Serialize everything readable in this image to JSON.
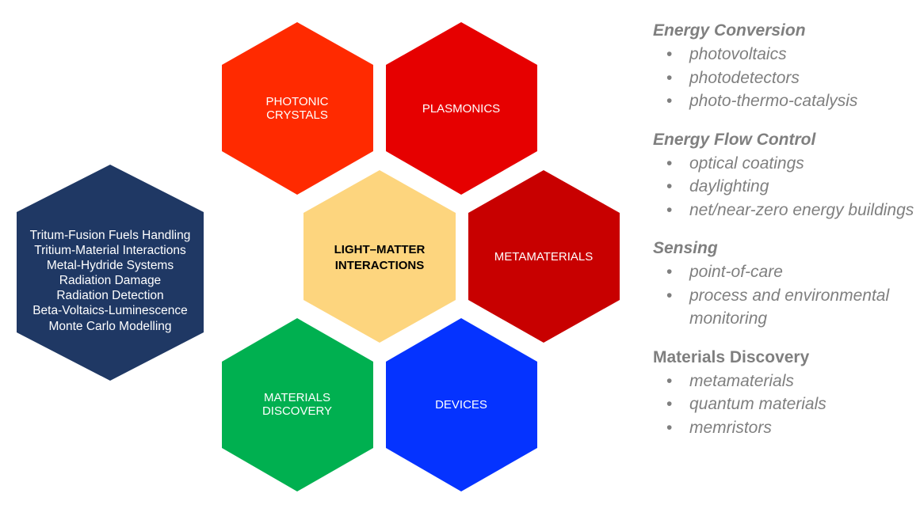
{
  "colors": {
    "photonic_crystals": "#ff2a00",
    "plasmonics": "#e60000",
    "metamaterials": "#c80000",
    "light_matter": "#fdd57e",
    "materials_discovery": "#00b050",
    "devices": "#0533ff",
    "tritium": "#1f3864",
    "topic_text": "#7f7f7f"
  },
  "hexagons": {
    "photonic_crystals": [
      "PHOTONIC",
      "CRYSTALS"
    ],
    "plasmonics": [
      "PLASMONICS"
    ],
    "light_matter": [
      "LIGHT–MATTER",
      "INTERACTIONS"
    ],
    "metamaterials": [
      "METAMATERIALS"
    ],
    "materials_discovery": [
      "MATERIALS",
      "DISCOVERY"
    ],
    "devices": [
      "DEVICES"
    ]
  },
  "tritium_lines": [
    "Tritum-Fusion Fuels Handling",
    "Tritium-Material Interactions",
    "Metal-Hydride Systems",
    "Radiation Damage",
    "Radiation Detection",
    "Beta-Voltaics-Luminescence",
    "Monte Carlo Modelling"
  ],
  "topics": [
    {
      "title": "Energy Conversion",
      "items": [
        "photovoltaics",
        "photodetectors",
        "photo-thermo-catalysis"
      ]
    },
    {
      "title": "Energy Flow Control",
      "items": [
        "optical coatings",
        "daylighting",
        "net/near-zero energy buildings"
      ]
    },
    {
      "title": "Sensing",
      "items": [
        "point-of-care",
        "process and environmental monitoring"
      ]
    },
    {
      "title": "Materials Discovery",
      "items": [
        "metamaterials",
        "quantum materials",
        "memristors"
      ]
    }
  ]
}
